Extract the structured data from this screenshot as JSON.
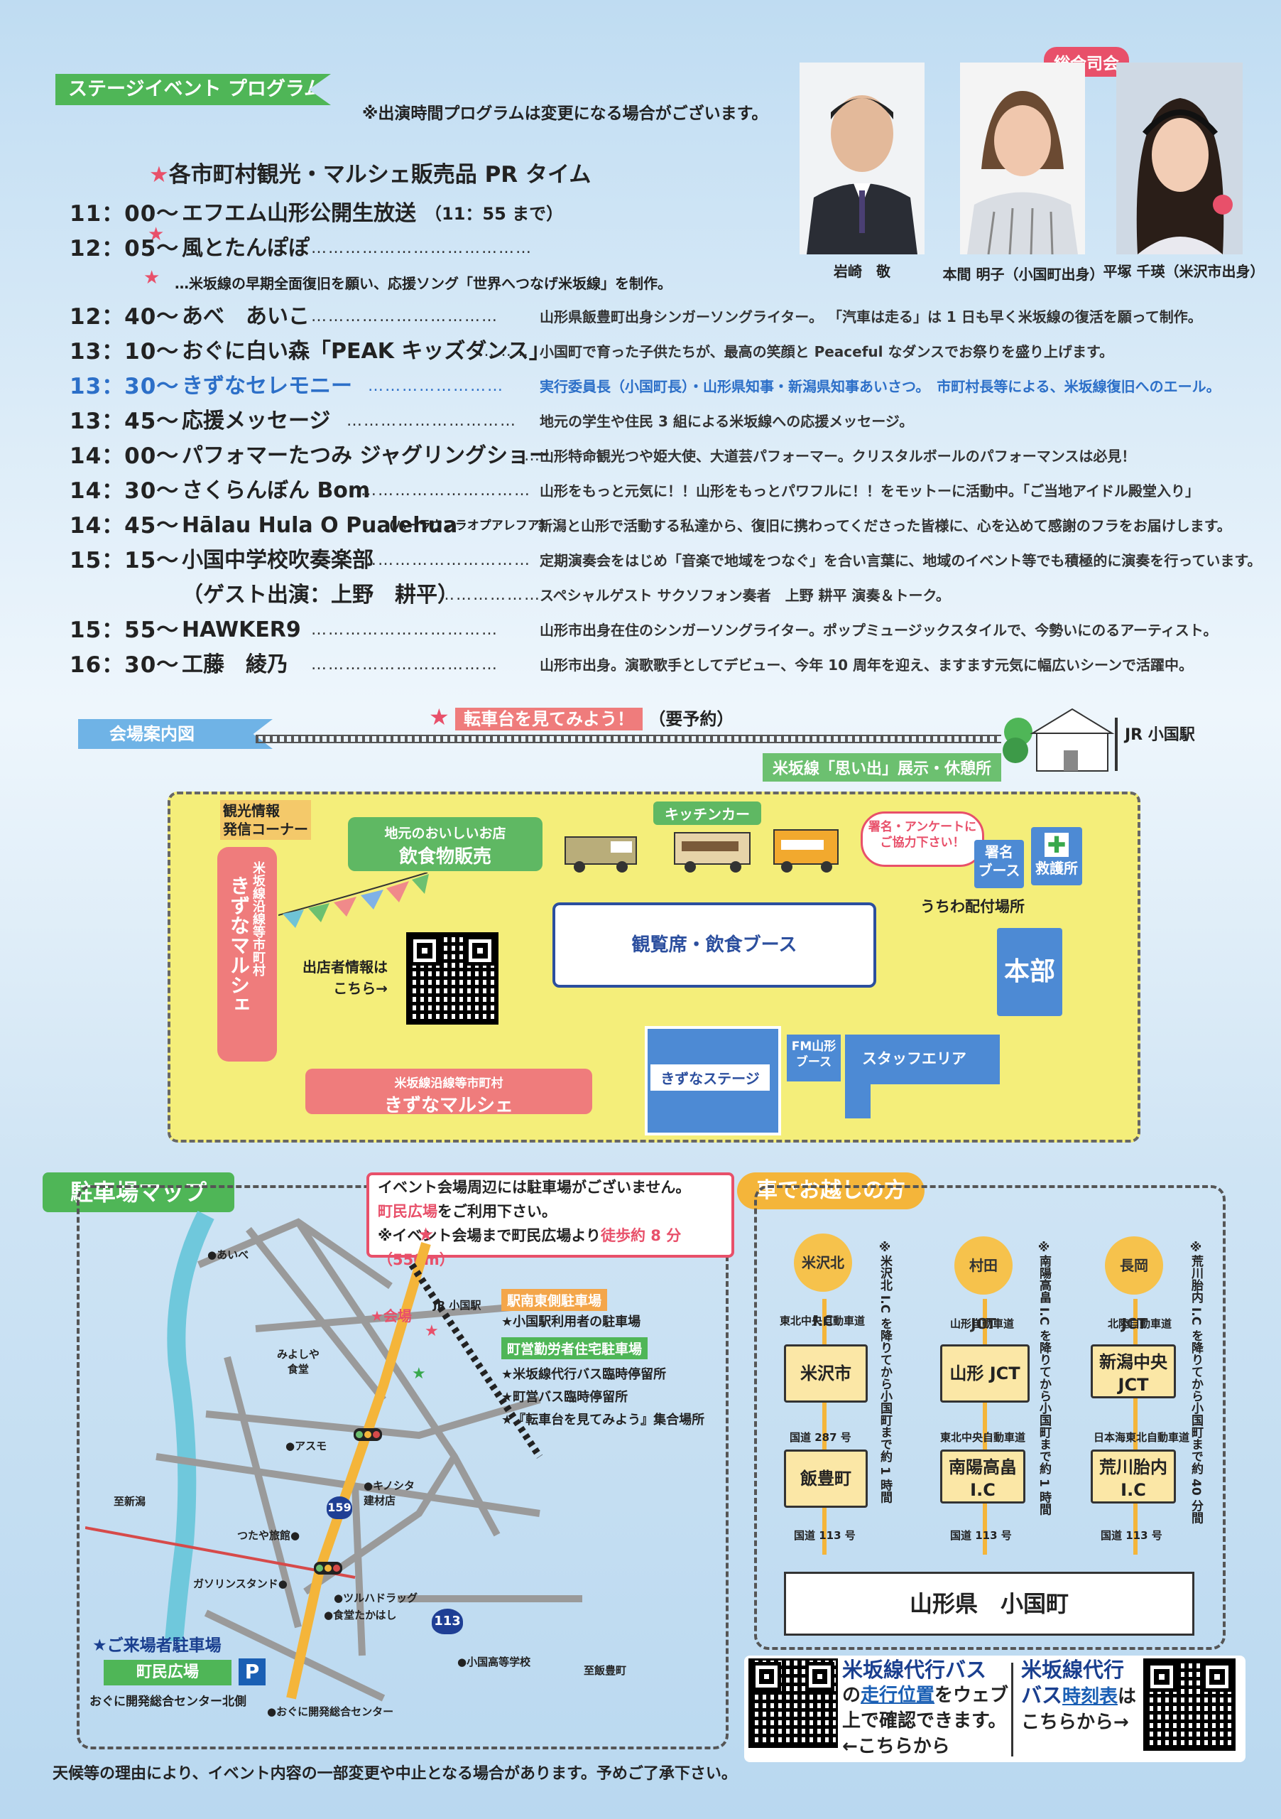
{
  "stage": {
    "title": "ステージイベント プログラム",
    "note": "※出演時間プログラムは変更になる場合がございます。",
    "pr_time": "各市町村観光・マルシェ販売品 PR タイム",
    "rows": [
      {
        "time": "11：00～",
        "act": "エフエム山形公開生放送",
        "extra": "（11：55 まで）",
        "desc": ""
      },
      {
        "time": "12：05～",
        "act": "風とたんぽぽ",
        "extra": "",
        "desc": ""
      },
      {
        "time": "",
        "act": "",
        "extra": "",
        "desc": "…米坂線の早期全面復旧を願い、応援ソング「世界へつなげ米坂線」を制作。"
      },
      {
        "time": "12：40～",
        "act": "あべ　あいこ",
        "extra": "",
        "desc": "山形県飯豊町出身シンガーソングライター。 「汽車は走る」は 1 日も早く米坂線の復活を願って制作。"
      },
      {
        "time": "13：10～",
        "act": "おぐに白い森「PEAK キッズダンス」",
        "extra": "",
        "desc": "小国町で育った子供たちが、最高の笑顔と Peaceful なダンスでお祭りを盛り上げます。"
      },
      {
        "time": "13：30～",
        "act": "きずなセレモニー",
        "extra": "",
        "desc": "実行委員長（小国町長）・山形県知事・新潟県知事あいさつ。　市町村長等による、米坂線復旧へのエール。"
      },
      {
        "time": "13：45～",
        "act": "応援メッセージ",
        "extra": "",
        "desc": "地元の学生や住民 3 組による米坂線への応援メッセージ。"
      },
      {
        "time": "14：00～",
        "act": "パフォマーたつみ ジャグリングショー",
        "extra": "",
        "desc": "山形特命観光つや姫大使、大道芸パフォーマー。クリスタルボールのパフォーマンスは必見！"
      },
      {
        "time": "14：30～",
        "act": "さくらんぼん Bom",
        "extra": "",
        "desc": "山形をもっと元気に！！山形をもっとパワフルに！！をモットーに活動中。「ご当地アイドル殿堂入り」"
      },
      {
        "time": "14：45～",
        "act": "Hālau Hula O Pualehua",
        "extra": "(ハーラウフラオプアレフア)",
        "desc": "新潟と山形で活動する私達から、復旧に携わってくださった皆様に、心を込めて感謝のフラをお届けします。"
      },
      {
        "time": "15：15～",
        "act": "小国中学校吹奏楽部",
        "extra": "",
        "desc": "定期演奏会をはじめ「音楽で地域をつなぐ」を合い言葉に、地域のイベント等でも積極的に演奏を行っています。"
      },
      {
        "time": "",
        "act": "（ゲスト出演：上野　耕平）",
        "extra": "",
        "desc": "スペシャルゲスト サクソフォン奏者　上野 耕平 演奏＆トーク。"
      },
      {
        "time": "15：55～",
        "act": "HAWKER9",
        "extra": "",
        "desc": "山形市出身在住のシンガーソングライター。ポップミュージックスタイルで、今勢いにのるアーティスト。"
      },
      {
        "time": "16：30～",
        "act": "工藤　綾乃",
        "extra": "",
        "desc": "山形市出身。演歌歌手としてデビュー、今年 10 周年を迎え、ますます元気に幅広いシーンで活躍中。"
      }
    ]
  },
  "mc": {
    "label": "総合司会",
    "people": [
      {
        "name": "岩崎　敬"
      },
      {
        "name": "本間 明子（小国町出身）"
      },
      {
        "name": "平塚 千瑛（米沢市出身）"
      }
    ]
  },
  "venue": {
    "title": "会場案内図",
    "turntable": "転車台を見てみよう！",
    "turntable_note": "（要予約）",
    "station": "JR 小国駅",
    "omoide": "米坂線「思い出」展示・休憩所",
    "tourism": "観光情報\n発信コーナー",
    "local_food_sub": "地元のおいしいお店",
    "local_food": "飲食物販売",
    "kitchen": "キッチンカー",
    "survey": "署名・アンケートに\nご協力下さい！",
    "signature": "署名\nブース",
    "first_aid": "救護所",
    "uchiwa": "うちわ配付場所",
    "seats": "観覧席・飲食ブース",
    "hq": "本部",
    "marche_v_sub": "米坂線沿線等市町村",
    "marche_v": "きずなマルシェ",
    "exhibitor": "出店者情報は\nこちら→",
    "marche_h_sub": "米坂線沿線等市町村",
    "marche_h": "きずなマルシェ",
    "stage": "きずなステージ",
    "fm": "FM山形\nブース",
    "staff": "スタッフエリア"
  },
  "parking": {
    "title": "駐車場マップ",
    "notice1": "イベント会場周辺には駐車場がございません。",
    "notice2a": "町民広場",
    "notice2b": "をご利用下さい。",
    "notice3a": "※イベント会場まで町民広場より",
    "notice3b": "徒歩約 8 分（550m）",
    "east_lot": "駅南東側駐車場",
    "east_lot_desc": "★小国駅利用者の駐車場",
    "worker_lot": "町営勤労者住宅駐車場",
    "worker_lot_items": [
      "★米坂線代行バス臨時停留所",
      "★町営バス臨時停留所",
      "★『転車台を見てみよう』集合場所"
    ],
    "visitor_title": "★ご来場者駐車場",
    "plaza": "町民広場",
    "plaza_note": "おぐに開発総合センター北側",
    "places": {
      "abebe": "●あいべ",
      "miyoshiya": "みよしや\n食堂",
      "venue": "★会場",
      "jr": "JR 小国駅",
      "asumo": "●アスモ",
      "kinoshita": "●キノシタ\n建材店",
      "tsutaya": "つたや旅館●",
      "gas": "ガソリンスタンド●",
      "tsuruha": "●ツルハドラッグ",
      "takahashi": "●食堂たかはし",
      "high": "●小国高等学校",
      "center": "●おぐに開発総合センター",
      "niigata": "至新潟",
      "iide": "至飯豊町",
      "r159": "159",
      "r113": "113"
    }
  },
  "car": {
    "title": "車でお越しの方",
    "routes": [
      {
        "ic": "米沢北 I.C",
        "road1": "東北中央自動車道",
        "mid": "米沢市",
        "road2": "国道 287 号",
        "end": "飯豊町",
        "road3": "国道 113 号",
        "note": "※米沢北 I.C を降りてから小国町まで約 1 時間"
      },
      {
        "ic": "村田 JCT",
        "road1": "山形自動車道",
        "mid": "山形 JCT",
        "road2": "東北中央自動車道",
        "end": "南陽高畠\nI.C",
        "road3": "国道 113 号",
        "note": "※南陽高畠 I.C を降りてから小国町まで約 1 時間"
      },
      {
        "ic": "長岡 JCT",
        "road1": "北陸自動車道",
        "mid": "新潟中央\nJCT",
        "road2": "日本海東北自動車道",
        "end": "荒川胎内\nI.C",
        "road3": "国道 113 号",
        "note": "※荒川胎内 I.C を降りてから小国町まで約 40 分間"
      }
    ],
    "destination": "山形県　小国町"
  },
  "bus": {
    "left_title": "米坂線代行バス",
    "left_l2a": "の",
    "left_l2b": "走行位置",
    "left_l2c": "をウェブ",
    "left_l3": "上で確認できます。",
    "left_l4": "←こちらから",
    "right_title": "米坂線代行",
    "right_l2a": "バス",
    "right_l2b": "時刻表",
    "right_l2c": "は",
    "right_l3": "こちらから→"
  },
  "footer": "天候等の理由により、イベント内容の一部変更や中止となる場合があります。予めご了承下さい。",
  "colors": {
    "accent_blue": "#2c4f9e",
    "pink": "#ef7c7c",
    "yellow": "#f4ee7a",
    "green": "#4fb657"
  }
}
